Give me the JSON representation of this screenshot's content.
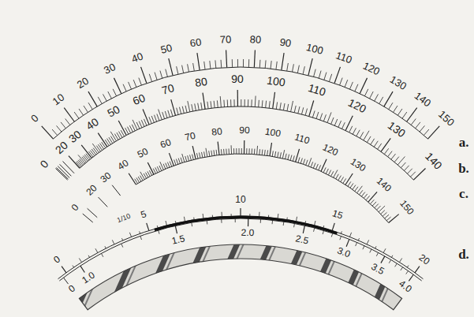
{
  "diagram": {
    "labels": [
      "0",
      "10",
      "20",
      "30",
      "40",
      "50",
      "60",
      "70",
      "80",
      "90",
      "100",
      "110",
      "120",
      "130",
      "140",
      "150",
      "a.",
      "0",
      "20",
      "30",
      "40",
      "50",
      "60",
      "70",
      "80",
      "90",
      "100",
      "110",
      "120",
      "130",
      "140",
      "b.",
      "0",
      "20",
      "30",
      "40",
      "50",
      "60",
      "70",
      "80",
      "90",
      "100",
      "110",
      "120",
      "130",
      "140",
      "150",
      "c.",
      "0",
      "5",
      "10",
      "15",
      "20",
      "1/10",
      "0",
      "1.0",
      "1.5",
      "2.0",
      "2.5",
      "3.0",
      "3.5",
      "4.0",
      "d."
    ]
  }
}
